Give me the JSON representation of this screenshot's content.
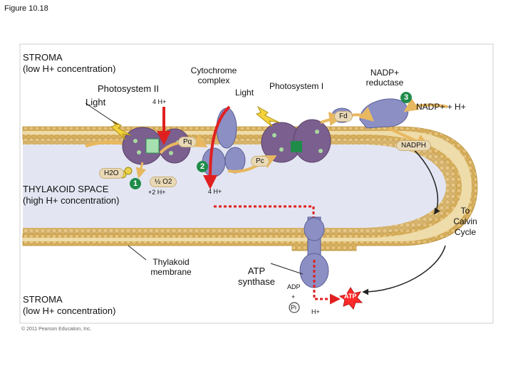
{
  "figure_title": "Figure 10.18",
  "labels": {
    "stroma_top": [
      "STROMA",
      "(low H+ concentration)"
    ],
    "photosystem_2": "Photosystem II",
    "light_1": "Light",
    "four_h_top": "4 H+",
    "cytochrome_complex": [
      "Cytochrome",
      "complex"
    ],
    "light_2": "Light",
    "photosystem_1": "Photosystem I",
    "nadp_reductase": [
      "NADP+",
      "reductase"
    ],
    "nadp_plus_h": "NADP+ + H+",
    "fd": "Fd",
    "pq": "Pq",
    "nadph": "NADPH",
    "pc": "Pc",
    "water": "H2O",
    "half_o2": "½ O2",
    "two_h": "+2 H+",
    "four_h_lumen": "4 H+",
    "thylakoid_space": [
      "THYLAKOID SPACE",
      "(high H+ concentration)"
    ],
    "to_calvin": [
      "To",
      "Calvin",
      "Cycle"
    ],
    "thylakoid_membrane": [
      "Thylakoid",
      "membrane"
    ],
    "atp_synthase": [
      "ATP",
      "synthase"
    ],
    "adp": "ADP",
    "plus": "+",
    "pi": "Pi",
    "atp": "ATP",
    "h_plus_out": "H+",
    "stroma_bottom": [
      "STROMA",
      "(low H+ concentration)"
    ],
    "copyright": "© 2011 Pearson Education, Inc."
  },
  "steps": {
    "one": "1",
    "two": "2",
    "three": "3"
  },
  "colors": {
    "membrane_head": "#d9b25f",
    "membrane_core": "#eedcaa",
    "lumen": "#e3e6f2",
    "protein": "#8b8fc4",
    "photosystem": "#7b5f8f",
    "electron_path": "#e02020",
    "arrow_tan": "#e8b860",
    "badge": "#1f8c4a"
  }
}
